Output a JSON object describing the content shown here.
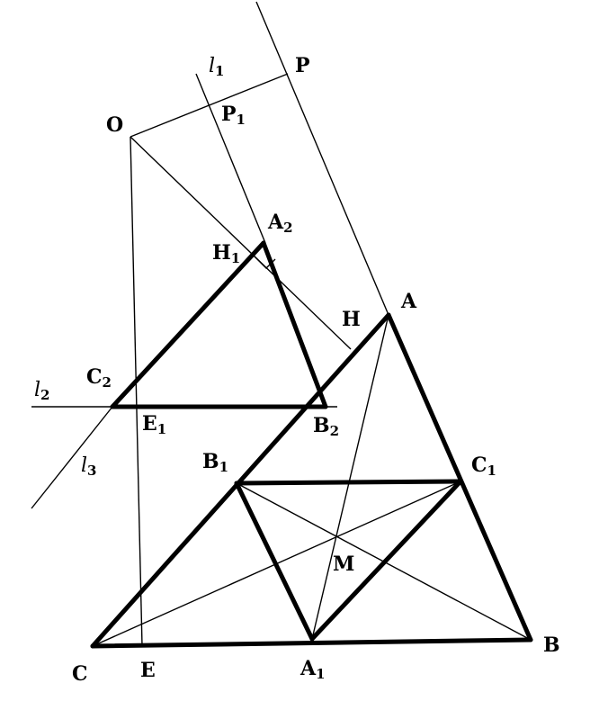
{
  "points": {
    "P": {
      "main": "P",
      "sub": ""
    },
    "l1": {
      "main": "l",
      "sub": "1"
    },
    "P1": {
      "main": "P",
      "sub": "1"
    },
    "O": {
      "main": "O",
      "sub": ""
    },
    "A2": {
      "main": "A",
      "sub": "2"
    },
    "H1": {
      "main": "H",
      "sub": "1"
    },
    "A": {
      "main": "A",
      "sub": ""
    },
    "H": {
      "main": "H",
      "sub": ""
    },
    "C2": {
      "main": "C",
      "sub": "2"
    },
    "l2": {
      "main": "l",
      "sub": "2"
    },
    "E1": {
      "main": "E",
      "sub": "1"
    },
    "B2": {
      "main": "B",
      "sub": "2"
    },
    "l3": {
      "main": "l",
      "sub": "3"
    },
    "B1": {
      "main": "B",
      "sub": "1"
    },
    "C1": {
      "main": "C",
      "sub": "1"
    },
    "M": {
      "main": "M",
      "sub": ""
    },
    "C": {
      "main": "C",
      "sub": ""
    },
    "E": {
      "main": "E",
      "sub": ""
    },
    "A1": {
      "main": "A",
      "sub": "1"
    },
    "B": {
      "main": "B",
      "sub": ""
    }
  },
  "colors": {
    "ink": "#000000",
    "background": "#ffffff"
  }
}
